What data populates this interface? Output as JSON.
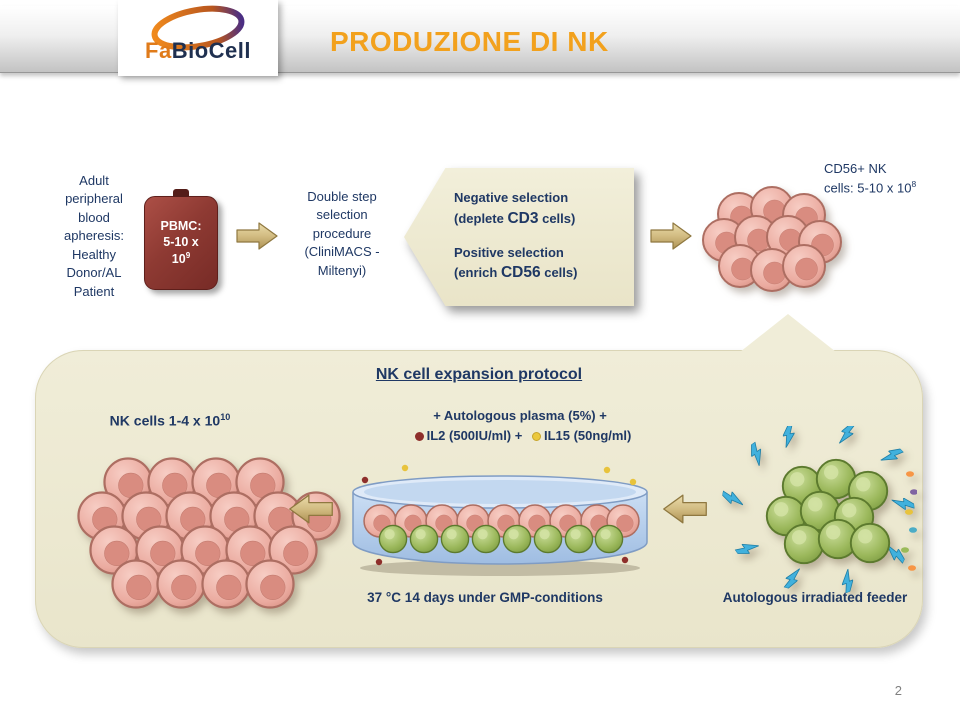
{
  "header": {
    "logo": {
      "fa": "Fa",
      "bio": "Bio",
      "cell": "Cell"
    },
    "title": "PRODUZIONE DI NK"
  },
  "top_flow": {
    "source": "Adult peripheral blood apheresis: Healthy Donor/AL Patient",
    "bag": {
      "line1": "PBMC:",
      "line2": "5-10 x",
      "base": "10",
      "exp": "9"
    },
    "selection": "Double step selection procedure (CliniMACS - Miltenyi)",
    "callout": {
      "neg_title": "Negative selection",
      "neg_pre": "(deplete ",
      "neg_marker": "CD3",
      "neg_suf": " cells)",
      "pos_title": "Positive selection",
      "pos_pre": "(enrich ",
      "pos_marker": "CD56",
      "pos_suf": " cells)"
    },
    "result": {
      "text": "CD56+ NK cells: 5-10 x 10",
      "exp": "8"
    }
  },
  "expansion": {
    "title": "NK cell expansion protocol",
    "yield": {
      "text": "NK cells 1-4 x 10",
      "exp": "10"
    },
    "supplement_line1": "+ Autologous plasma (5%) +",
    "il2": "IL2 (500IU/ml) +",
    "il15": "IL15 (50ng/ml)",
    "conditions": "37 °C 14 days under GMP-conditions",
    "feeder": "Autologous irradiated feeder"
  },
  "page_number": "2",
  "icons": {
    "logo_swoosh": "orbit-swoosh",
    "pbmc_bag": "blood-collection-bag",
    "flow_arrow_right": "tan-block-arrow-right",
    "flow_arrow_left": "tan-block-arrow-left",
    "nk_cluster_small": "pink-cell-cluster",
    "nk_cluster_large": "pink-cell-cluster",
    "culture_dish": "petri-dish-with-pink-and-green-cells",
    "feeder_cluster": "green-cell-cluster-with-irradiation-bolts",
    "il2_dot": "dark-red-dot",
    "il15_dot": "yellow-dot"
  },
  "colors": {
    "title_orange": "#F2A11D",
    "text_navy": "#1F3864",
    "callout_beige": "#EDE9CE",
    "panel_beige": "#EFEBD3",
    "bag_red": "#8E3A33",
    "arrow_tan": "#D2BC82",
    "nk_cell_pink": "#EBABA0",
    "feeder_green": "#9AB75A",
    "irradiation_blue": "#41B1DD",
    "il2_red": "#8E2F2B",
    "il15_yellow": "#EBC83D",
    "dish_blue": "#BCD3EE",
    "page_number_gray": "#808080"
  }
}
